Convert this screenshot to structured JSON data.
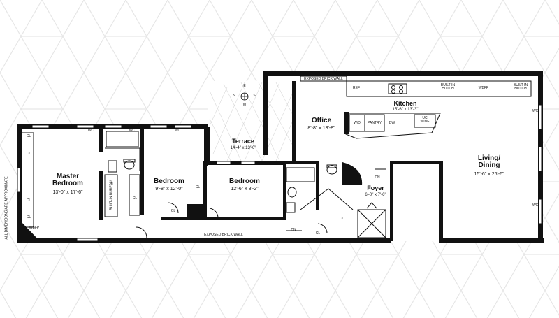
{
  "rooms": {
    "master": {
      "name_line1": "Master",
      "name_line2": "Bedroom",
      "dims": "13'-0\" x 17'-6\""
    },
    "bedroom1": {
      "name": "Bedroom",
      "dims": "9'-8\" x 12'-0\""
    },
    "bedroom2": {
      "name": "Bedroom",
      "dims": "12'-6\" x 8'-2\""
    },
    "terrace": {
      "name": "Terrace",
      "dims": "14'-4\" x 13'-6\""
    },
    "office": {
      "name": "Office",
      "dims": "8'-8\" x 13'-8\""
    },
    "kitchen": {
      "name": "Kitchen",
      "dims": "15'-6\" x 13'-3\""
    },
    "living": {
      "name_line1": "Living/",
      "name_line2": "Dining",
      "dims": "15'-6\" x 26'-6\""
    },
    "foyer": {
      "name": "Foyer",
      "dims": "6'-0\" x 7'-6\""
    }
  },
  "labels": {
    "exposed_brick_top": "EXPOSED BRICK WALL",
    "exposed_brick_bottom": "EXPOSED BRICK WALL",
    "ref": "REF",
    "built_in_hutch_1_l1": "BUILT-IN",
    "built_in_hutch_1_l2": "HUTCH",
    "wbfp_kitchen": "WBFP",
    "built_in_hutch_2_l1": "BUILT-IN",
    "built_in_hutch_2_l2": "HUTCH",
    "wd": "W/D",
    "pantry": "PANTRY",
    "dw": "DW",
    "uc_l1": "UC",
    "uc_l2": "WINE",
    "wbfp_master": "WBFP",
    "built_in_bureau": "BUILT-IN BUREAU",
    "dn_foyer": "DN",
    "dn_hall": "DN",
    "disclaimer": "ALL DIMENSIONS ARE APPROXIMATE",
    "cl": "CL",
    "wc": "WC"
  },
  "compass": {
    "n": "N",
    "e": "E",
    "s": "S",
    "w": "W"
  }
}
